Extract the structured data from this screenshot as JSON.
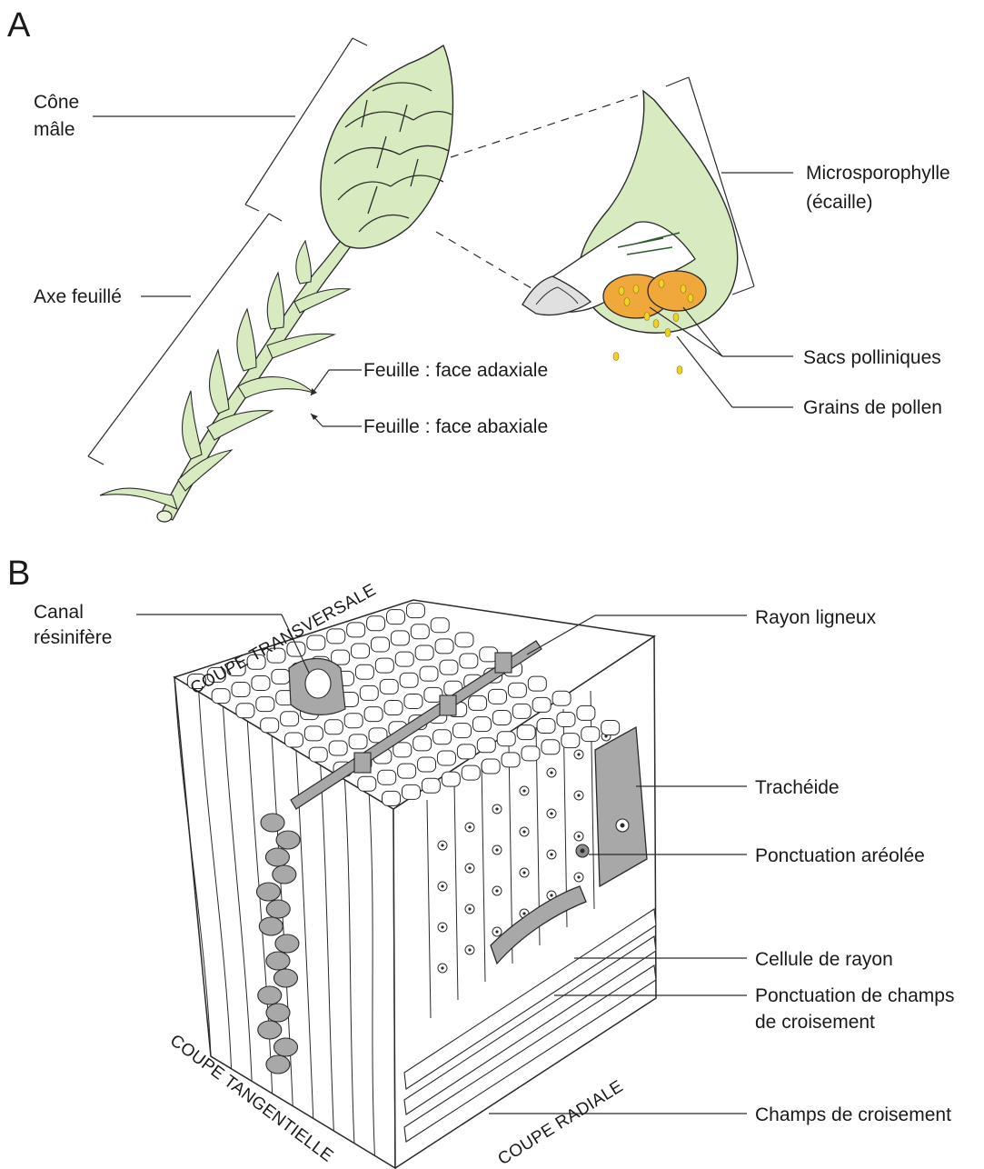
{
  "panel_a": {
    "letter": "A",
    "labels": {
      "male_cone_1": "Cône",
      "male_cone_2": "mâle",
      "leafy_axis": "Axe feuillé",
      "leaf_adaxial": "Feuille : face adaxiale",
      "leaf_abaxial": "Feuille : face abaxiale",
      "microsporophyll_1": "Microsporophylle",
      "microsporophyll_2": "(écaille)",
      "pollen_sacs": "Sacs polliniques",
      "pollen_grains": "Grains de pollen"
    }
  },
  "panel_b": {
    "letter": "B",
    "labels": {
      "resin_canal_1": "Canal",
      "resin_canal_2": "résinifère",
      "wood_ray": "Rayon ligneux",
      "tracheid": "Trachéide",
      "bordered_pit": "Ponctuation aréolée",
      "ray_cell": "Cellule de rayon",
      "cross_field_pit_1": "Ponctuation de champs",
      "cross_field_pit_2": "de croisement",
      "cross_field": "Champs de croisement",
      "cut_transverse": "COUPE TRANSVERSALE",
      "cut_tangential": "COUPE TANGENTIELLE",
      "cut_radial": "COUPE RADIALE"
    }
  },
  "colors": {
    "plant_fill": "#d8ebc0",
    "plant_light": "#e8f3da",
    "sac_fill": "#f0a83a",
    "pollen_fill": "#f2d027",
    "gray_cell": "#a8a8a8",
    "gray_dark": "#8c8c8c"
  }
}
